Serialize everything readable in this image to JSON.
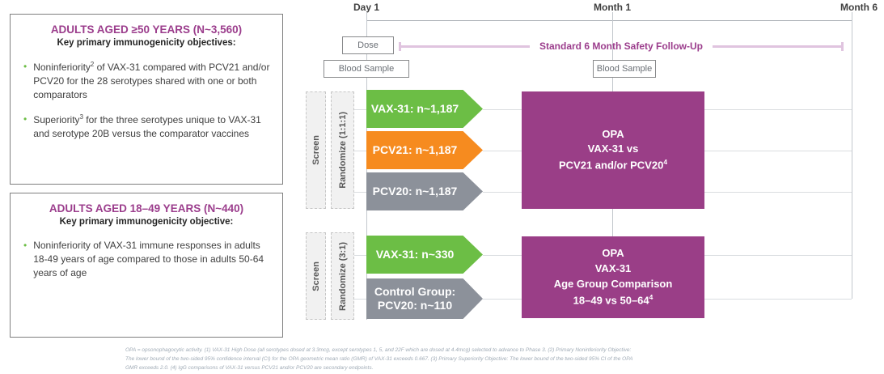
{
  "colors": {
    "accent_purple": "#9A3E87",
    "title_magenta": "#9B3D8C",
    "green": "#6CBE45",
    "orange": "#F68B1F",
    "gray": "#8C919A",
    "safety_pink": "#E0C4DF"
  },
  "left_panel": {
    "boxes": [
      {
        "title": "ADULTS AGED ≥50 YEARS (N~3,560)",
        "subtitle": "Key primary immunogenicity objectives:",
        "bullets": [
          {
            "pre": "Noninferiority",
            "sup": "2",
            "post": " of VAX-31 compared with PCV21 and/or PCV20 for the 28 serotypes shared with one or both comparators"
          },
          {
            "pre": "Superiority",
            "sup": "3",
            "post": " for the three serotypes unique to VAX-31 and serotype 20B versus the comparator vaccines"
          }
        ]
      },
      {
        "title": "ADULTS AGED 18–49 YEARS (N~440)",
        "subtitle": "Key primary immunogenicity objective:",
        "bullets": [
          {
            "pre": "Noninferiority",
            "sup": "",
            "post": " of VAX-31 immune responses in adults 18-49 years of age compared to those in adults 50-64 years of age"
          }
        ]
      }
    ]
  },
  "timeline": {
    "day1": "Day 1",
    "month1": "Month 1",
    "month6": "Month 6",
    "dose": "Dose",
    "safety": "Standard 6 Month Safety Follow-Up",
    "blood_sample_1": "Blood Sample",
    "blood_sample_2": "Blood Sample"
  },
  "cohorts": [
    {
      "screen": "Screen",
      "randomize": "Randomize (1:1:1)",
      "arms": [
        {
          "lines": [
            "VAX-31: n~1,187"
          ],
          "color": "#6CBE45"
        },
        {
          "lines": [
            "PCV21: n~1,187"
          ],
          "color": "#F68B1F"
        },
        {
          "lines": [
            "PCV20: n~1,187"
          ],
          "color": "#8C919A"
        }
      ],
      "outcome": {
        "color": "#9A3E87",
        "lines": [
          {
            "text": "OPA",
            "sup": ""
          },
          {
            "text": "VAX-31 vs",
            "sup": ""
          },
          {
            "text": "PCV21 and/or PCV20",
            "sup": "4"
          }
        ]
      }
    },
    {
      "screen": "Screen",
      "randomize": "Randomize (3:1)",
      "arms": [
        {
          "lines": [
            "VAX-31: n~330"
          ],
          "color": "#6CBE45"
        },
        {
          "lines": [
            "Control Group:",
            "PCV20: n~110"
          ],
          "color": "#8C919A"
        }
      ],
      "outcome": {
        "color": "#9A3E87",
        "lines": [
          {
            "text": "OPA",
            "sup": ""
          },
          {
            "text": "VAX-31",
            "sup": ""
          },
          {
            "text": "Age Group Comparison",
            "sup": ""
          },
          {
            "text": "18–49 vs 50–64",
            "sup": "4"
          }
        ]
      }
    }
  ],
  "footnote": {
    "lines": [
      "OPA = opsonophagocytic activity. (1) VAX-31 High Dose (all serotypes dosed at 3.3mcg, except serotypes 1, 5, and 22F which are dosed at 4.4mcg) selected to advance to Phase 3. (2) Primary Noninferiority Objective:",
      "The lower bound of the two-sided 95% confidence interval (CI) for the OPA geometric mean ratio (GMR) of VAX-31 exceeds 0.667. (3) Primary Superiority Objective: The lower bound of the two-sided 95% CI of the OPA",
      "GMR exceeds 2.0. (4) IgG comparisons of VAX-31 versus PCV21 and/or PCV20 are secondary endpoints."
    ]
  }
}
